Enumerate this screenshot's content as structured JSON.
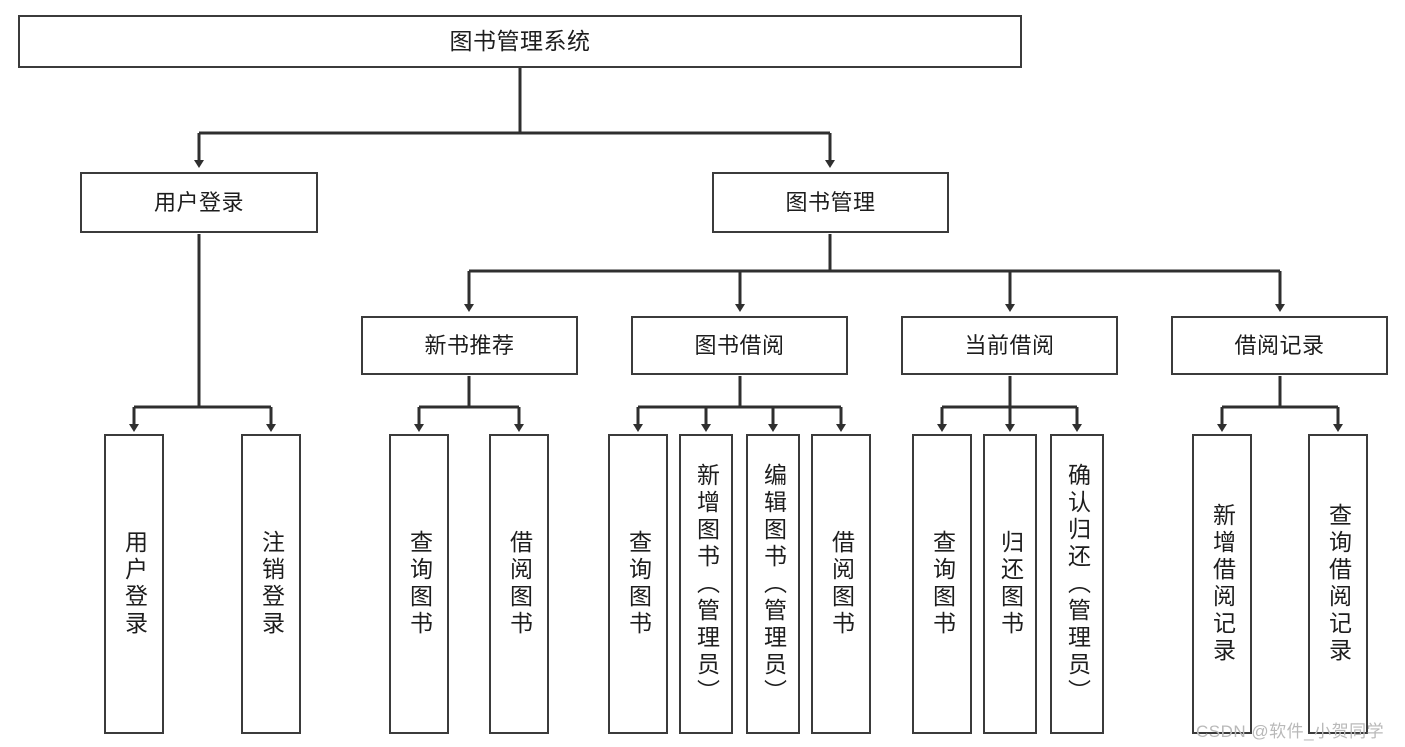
{
  "diagram": {
    "title": "图书管理系统",
    "type": "hierarchy-tree",
    "colors": {
      "box_border": "#3b3b3b",
      "box_fill": "#ffffff",
      "connector": "#2f2f2f",
      "text": "#1d1d1d",
      "watermark": "#b9b9b9",
      "background": "#ffffff"
    },
    "levels": [
      {
        "level": 1,
        "nodes": [
          {
            "id": "root",
            "label": "图书管理系统",
            "orientation": "horizontal"
          }
        ]
      },
      {
        "level": 2,
        "nodes": [
          {
            "id": "user-login",
            "label": "用户登录",
            "orientation": "horizontal"
          },
          {
            "id": "book-manage",
            "label": "图书管理",
            "orientation": "horizontal"
          }
        ]
      },
      {
        "level": 3,
        "nodes": [
          {
            "id": "new-book-recommend",
            "label": "新书推荐",
            "orientation": "horizontal"
          },
          {
            "id": "book-borrow",
            "label": "图书借阅",
            "orientation": "horizontal"
          },
          {
            "id": "current-borrow",
            "label": "当前借阅",
            "orientation": "horizontal"
          },
          {
            "id": "borrow-record",
            "label": "借阅记录",
            "orientation": "horizontal"
          }
        ]
      },
      {
        "level": 4,
        "nodes": [
          {
            "id": "leaf-user-login",
            "label": "用户登录",
            "orientation": "vertical",
            "parent": "user-login"
          },
          {
            "id": "leaf-user-logout",
            "label": "注销登录",
            "orientation": "vertical",
            "parent": "user-login"
          },
          {
            "id": "leaf-query-book-1",
            "label": "查询图书",
            "orientation": "vertical",
            "parent": "new-book-recommend"
          },
          {
            "id": "leaf-borrow-book-1",
            "label": "借阅图书",
            "orientation": "vertical",
            "parent": "new-book-recommend"
          },
          {
            "id": "leaf-query-book-2",
            "label": "查询图书",
            "orientation": "vertical",
            "parent": "book-borrow"
          },
          {
            "id": "leaf-add-book",
            "label": "新增图书（管理员）",
            "orientation": "vertical",
            "parent": "book-borrow"
          },
          {
            "id": "leaf-edit-book",
            "label": "编辑图书（管理员）",
            "orientation": "vertical",
            "parent": "book-borrow"
          },
          {
            "id": "leaf-borrow-book-2",
            "label": "借阅图书",
            "orientation": "vertical",
            "parent": "book-borrow"
          },
          {
            "id": "leaf-query-book-3",
            "label": "查询图书",
            "orientation": "vertical",
            "parent": "current-borrow"
          },
          {
            "id": "leaf-return-book",
            "label": "归还图书",
            "orientation": "vertical",
            "parent": "current-borrow"
          },
          {
            "id": "leaf-confirm-return",
            "label": "确认归还（管理员）",
            "orientation": "vertical",
            "parent": "current-borrow"
          },
          {
            "id": "leaf-add-record",
            "label": "新增借阅记录",
            "orientation": "vertical",
            "parent": "borrow-record"
          },
          {
            "id": "leaf-query-record",
            "label": "查询借阅记录",
            "orientation": "vertical",
            "parent": "borrow-record"
          }
        ]
      }
    ],
    "watermark": "CSDN @软件_小贺同学"
  }
}
